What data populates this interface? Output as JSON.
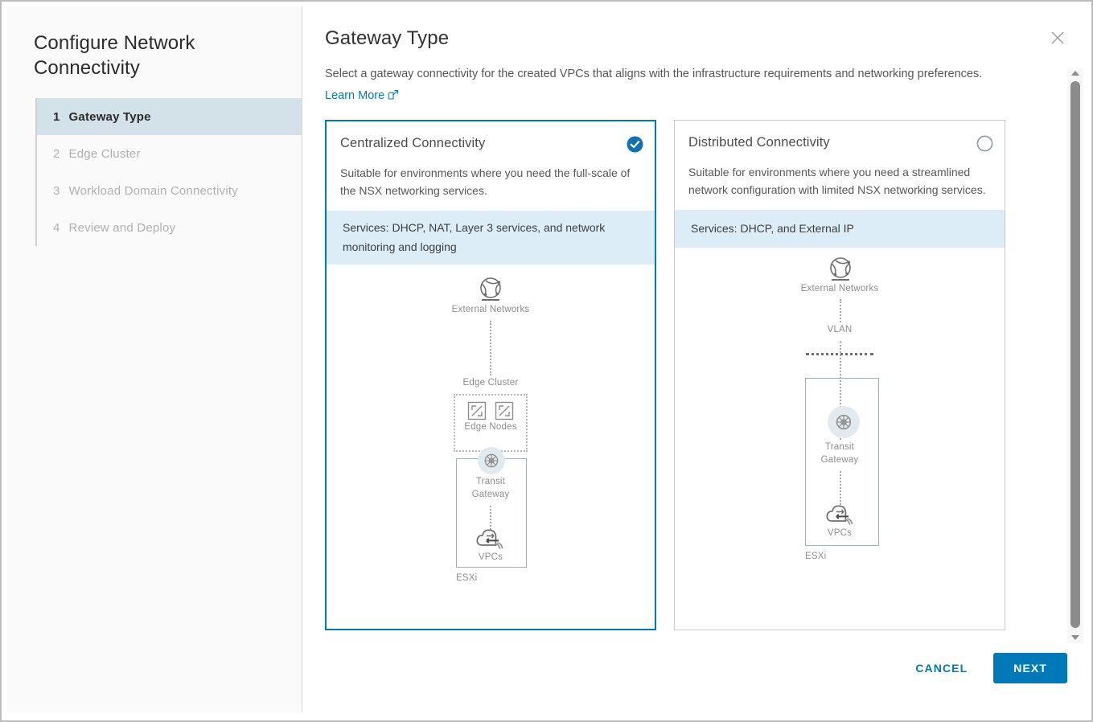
{
  "window": {
    "wizard_title": "Configure Network Connectivity",
    "close_icon": "close-icon"
  },
  "sidebar": {
    "steps": [
      {
        "num": "1",
        "label": "Gateway Type",
        "state": "active"
      },
      {
        "num": "2",
        "label": "Edge Cluster",
        "state": "upcoming"
      },
      {
        "num": "3",
        "label": "Workload Domain Connectivity",
        "state": "upcoming"
      },
      {
        "num": "4",
        "label": "Review and Deploy",
        "state": "upcoming"
      }
    ]
  },
  "main": {
    "page_title": "Gateway Type",
    "subtitle": "Select a gateway connectivity for the created VPCs that aligns with the infrastructure requirements and networking preferences.",
    "learn_more": "Learn More",
    "learn_more_icon": "external-link-icon"
  },
  "cards": [
    {
      "title": "Centralized Connectivity",
      "description": "Suitable for environments where you need the full-scale of the NSX networking services.",
      "services": "Services: DHCP, NAT, Layer 3 services, and network monitoring and logging",
      "selected": true,
      "select_icon": "check-circle-filled-icon",
      "diagram": {
        "external_networks": "External Networks",
        "edge_cluster": "Edge Cluster",
        "edge_nodes": "Edge Nodes",
        "transit_gateway_line1": "Transit",
        "transit_gateway_line2": "Gateway",
        "vpcs": "VPCs",
        "esxi": "ESXi"
      }
    },
    {
      "title": "Distributed Connectivity",
      "description": "Suitable for environments where you need a streamlined network configuration with limited NSX networking services.",
      "services": "Services: DHCP, and External IP",
      "selected": false,
      "select_icon": "radio-empty-icon",
      "diagram": {
        "external_networks": "External Networks",
        "vlan": "VLAN",
        "transit_gateway_line1": "Transit",
        "transit_gateway_line2": "Gateway",
        "vpcs": "VPCs",
        "esxi": "ESXi"
      }
    }
  ],
  "footer": {
    "cancel_label": "CANCEL",
    "next_label": "NEXT"
  },
  "scrollbar": {
    "up_icon": "caret-up-icon",
    "down_icon": "caret-down-icon"
  },
  "colors": {
    "accent": "#0079b8",
    "band": "#dcedf7",
    "active_step": "#d3e1e8"
  }
}
